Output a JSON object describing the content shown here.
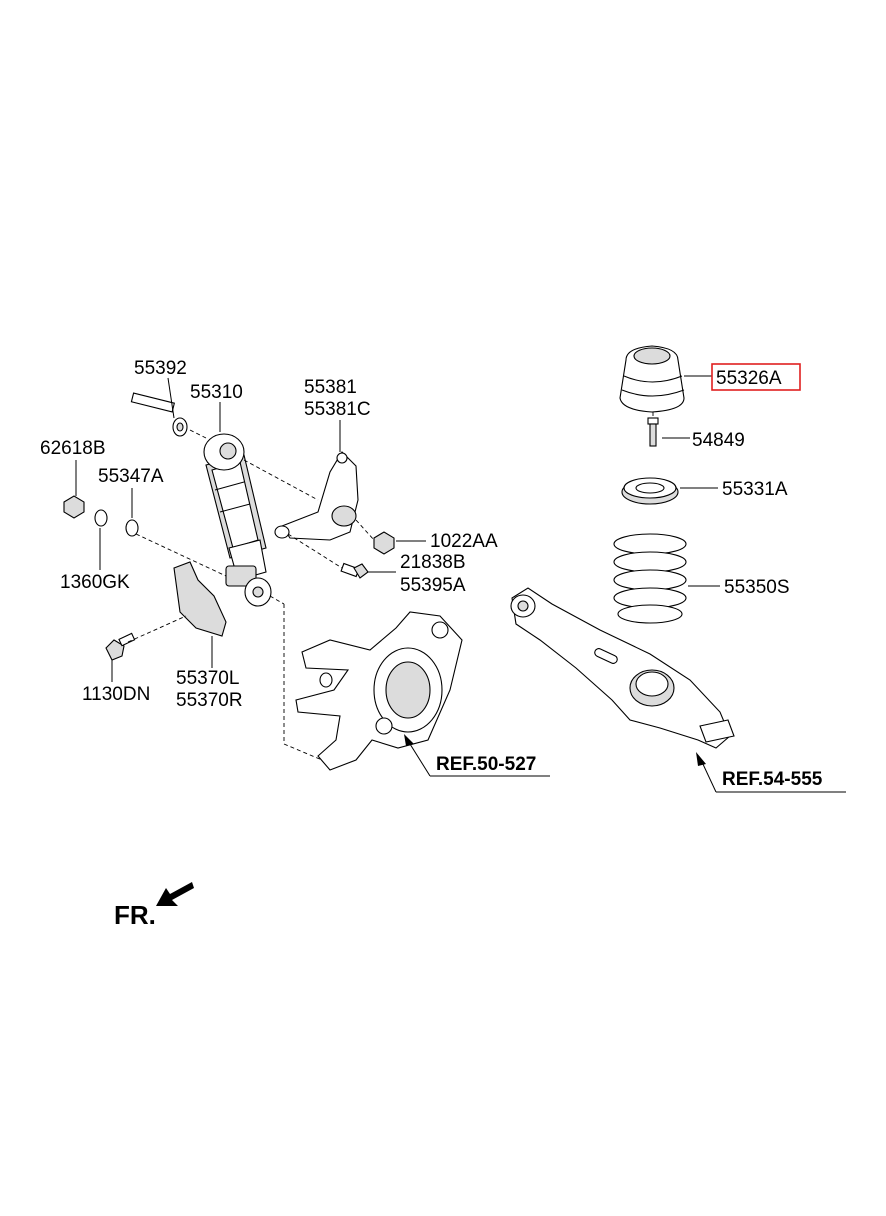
{
  "labels": {
    "p55392": "55392",
    "p55310": "55310",
    "p55381": "55381",
    "p55381c": "55381C",
    "p62618b": "62618B",
    "p55347a": "55347A",
    "p1022aa": "1022AA",
    "p21838b": "21838B",
    "p55395a": "55395A",
    "p1360gk": "1360GK",
    "p1130dn": "1130DN",
    "p55370l": "55370L",
    "p55370r": "55370R",
    "p55326a": "55326A",
    "p54849": "54849",
    "p55331a": "55331A",
    "p55350s": "55350S"
  },
  "refs": {
    "knuckle": "REF.50-527",
    "arm": "REF.54-555"
  },
  "direction": {
    "label": "FR."
  },
  "highlight": {
    "part": "55326A",
    "color": "#e02020"
  },
  "icons": {
    "direction": "front-arrow-icon"
  }
}
